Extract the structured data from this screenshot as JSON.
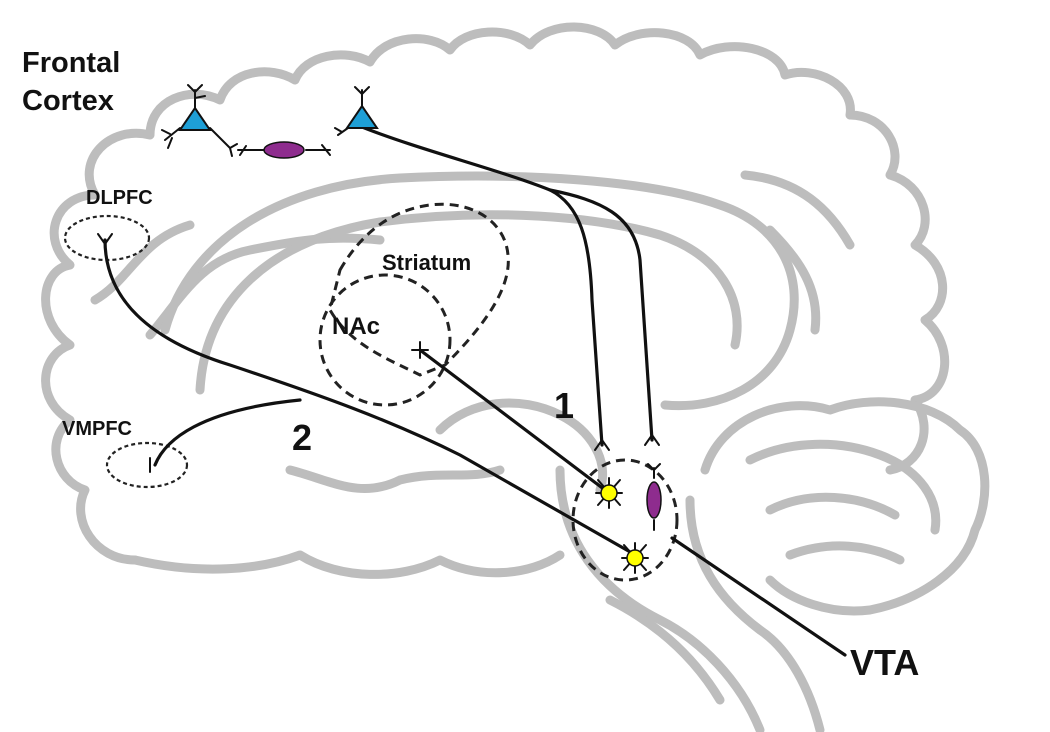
{
  "labels": {
    "frontal_cortex_line1": "Frontal",
    "frontal_cortex_line2": "Cortex",
    "dlpfc": "DLPFC",
    "vmpfc": "VMPFC",
    "striatum": "Striatum",
    "nac": "NAc",
    "pathway_1": "1",
    "pathway_2": "2",
    "vta": "VTA"
  },
  "colors": {
    "brain_outline": "#bdbdbd",
    "pyramidal_neuron": "#1e9fd6",
    "interneuron": "#8e2c8e",
    "dopamine_neuron": "#ffff00",
    "pathway_line": "#111111"
  },
  "icons": {
    "pyramidal": "blue-triangle-neuron",
    "interneuron": "purple-ellipse-neuron",
    "dopamine": "yellow-star-neuron"
  }
}
